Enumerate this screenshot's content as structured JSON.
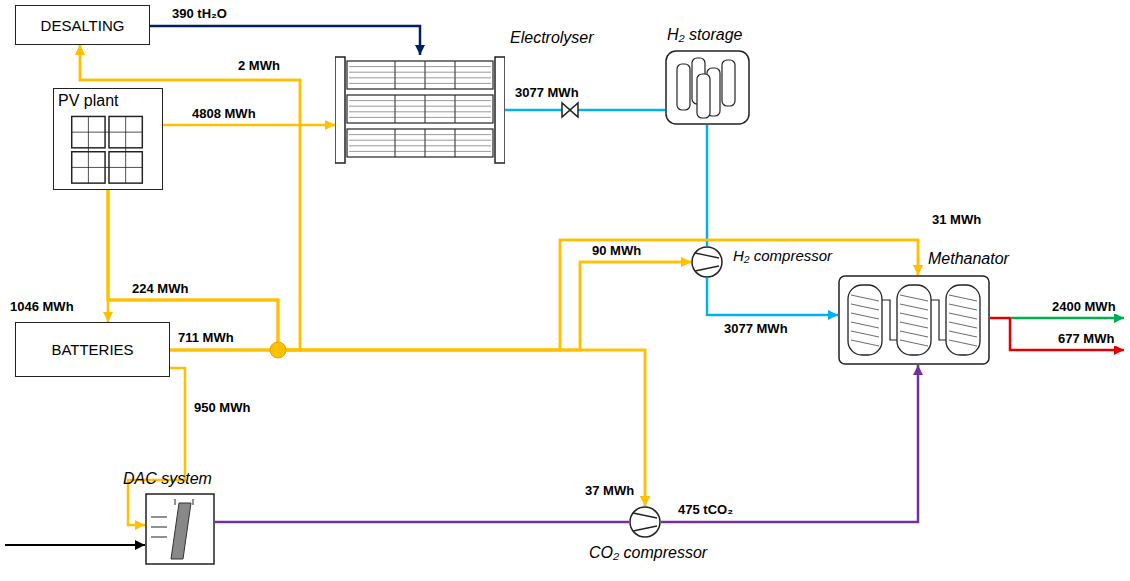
{
  "diagram": {
    "nodes": [
      {
        "text": [
          "DESALTING"
        ]
      },
      {
        "text": [
          "PV plant"
        ]
      },
      {
        "text": [
          "Electrolyser"
        ]
      },
      {
        "text": [
          "H₂ storage"
        ]
      },
      {
        "text": [
          "BATTERIES"
        ]
      },
      {
        "text": [
          "H₂ compressor"
        ]
      },
      {
        "text": [
          "Methanator"
        ]
      },
      {
        "text": [
          "DAC system"
        ]
      },
      {
        "text": [
          "CO₂ compressor"
        ]
      }
    ],
    "edges": [
      {
        "from": 1,
        "to": 2,
        "arrow": "to",
        "label": "4808 MWh"
      },
      {
        "from": 0,
        "to": 2,
        "arrow": "to",
        "label": "390 tH₂O"
      },
      {
        "from": 2,
        "to": 3,
        "arrow": "none",
        "label": "3077 MWh"
      },
      {
        "from": 3,
        "to": 5,
        "arrow": "none"
      },
      {
        "from": 5,
        "to": 6,
        "arrow": "to",
        "label": "3077 MWh"
      },
      {
        "from": 1,
        "to": 4,
        "arrow": "to",
        "label": "1046 MWh"
      },
      {
        "from": 4,
        "to": 7,
        "arrow": "to",
        "label": "950 MWh"
      },
      {
        "from": 7,
        "to": 8,
        "arrow": "none"
      },
      {
        "from": 8,
        "to": 6,
        "arrow": "to",
        "label": "475 tCO₂"
      },
      {
        "from": 1,
        "to": 0,
        "arrow": "to"
      },
      {
        "from": 1,
        "to": 5,
        "arrow": "to"
      },
      {
        "from": 1,
        "to": 6,
        "arrow": "to"
      },
      {
        "from": 1,
        "to": 8,
        "arrow": "to"
      },
      {
        "from": 4,
        "to": 0,
        "arrow": "to"
      },
      {
        "from": 4,
        "to": 5,
        "arrow": "to"
      },
      {
        "from": 4,
        "to": 6,
        "arrow": "to"
      },
      {
        "from": 4,
        "to": 8,
        "arrow": "to"
      }
    ],
    "labels": [
      "224 MWh",
      "711 MWh",
      "2 MWh",
      "90 MWh",
      "31 MWh",
      "37 MWh",
      "2400 MWh",
      "677 MWh"
    ]
  }
}
